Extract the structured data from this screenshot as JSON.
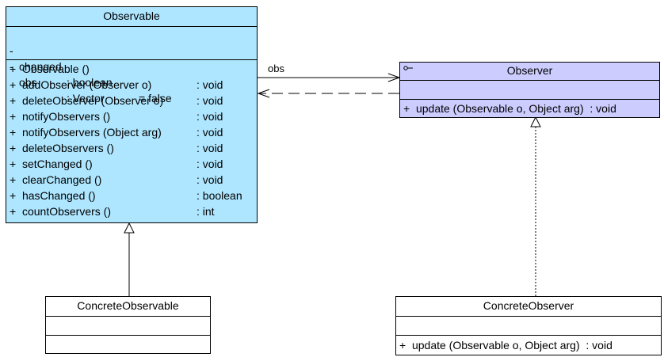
{
  "colors": {
    "observable_fill": "#aee6ff",
    "observer_fill": "#ccccff",
    "concrete_fill": "#ffffff",
    "line": "#000000"
  },
  "observable": {
    "name": "Observable",
    "attributes": [
      {
        "vis": "-",
        "name": "changed",
        "type": ": boolean",
        "default": "= false"
      },
      {
        "vis": "-",
        "name": "obs",
        "type": ": Vector",
        "default": ""
      }
    ],
    "methods": [
      {
        "sig": "+  Observable ()",
        "ret": ""
      },
      {
        "sig": "+  addObserver (Observer o)",
        "ret": ": void"
      },
      {
        "sig": "+  deleteObserver (Observer o)",
        "ret": ": void"
      },
      {
        "sig": "+  notifyObservers ()",
        "ret": ": void"
      },
      {
        "sig": "+  notifyObservers (Object arg)",
        "ret": ": void"
      },
      {
        "sig": "+  deleteObservers ()",
        "ret": ": void"
      },
      {
        "sig": "+  setChanged ()",
        "ret": ": void"
      },
      {
        "sig": "+  clearChanged ()",
        "ret": ": void"
      },
      {
        "sig": "+  hasChanged ()",
        "ret": ": boolean"
      },
      {
        "sig": "+  countObservers ()",
        "ret": ": int"
      }
    ]
  },
  "observer": {
    "name": "Observer",
    "stereotype_icon": "interface-icon",
    "method": "+  update (Observable o, Object arg)  : void"
  },
  "concrete_observable": {
    "name": "ConcreteObservable"
  },
  "concrete_observer": {
    "name": "ConcreteObserver",
    "method": "+  update (Observable o, Object arg)  : void"
  },
  "association": {
    "label": "obs"
  }
}
